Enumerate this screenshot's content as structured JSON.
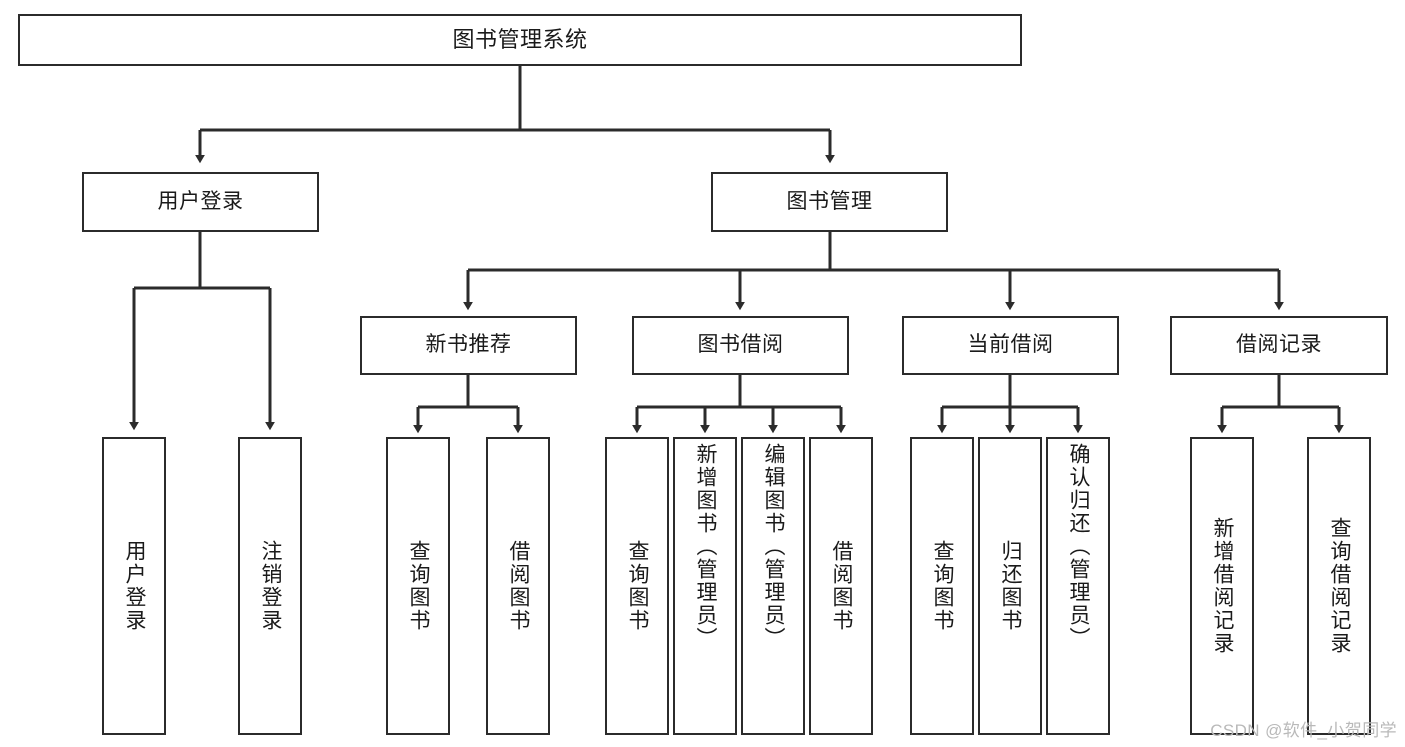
{
  "diagram": {
    "title": "图书管理系统",
    "type": "hierarchy-tree",
    "root": {
      "id": "root",
      "label": "图书管理系统",
      "level": 0
    },
    "level1": [
      {
        "id": "user-login",
        "label": "用户登录"
      },
      {
        "id": "book-management",
        "label": "图书管理"
      }
    ],
    "level2": [
      {
        "id": "new-book-recommend",
        "label": "新书推荐",
        "parent": "book-management"
      },
      {
        "id": "book-borrow",
        "label": "图书借阅",
        "parent": "book-management"
      },
      {
        "id": "current-borrow",
        "label": "当前借阅",
        "parent": "book-management"
      },
      {
        "id": "borrow-record",
        "label": "借阅记录",
        "parent": "book-management"
      }
    ],
    "leaves": {
      "user-login": [
        {
          "id": "leaf-user-login",
          "label": "用户登录"
        },
        {
          "id": "leaf-logout-login",
          "label": "注销登录"
        }
      ],
      "new-book-recommend": [
        {
          "id": "leaf-query-book-1",
          "label": "查询图书"
        },
        {
          "id": "leaf-borrow-book-1",
          "label": "借阅图书"
        }
      ],
      "book-borrow": [
        {
          "id": "leaf-query-book-2",
          "label": "查询图书"
        },
        {
          "id": "leaf-add-book",
          "label": "新增图书（管理员）"
        },
        {
          "id": "leaf-edit-book",
          "label": "编辑图书（管理员）"
        },
        {
          "id": "leaf-borrow-book-2",
          "label": "借阅图书"
        }
      ],
      "current-borrow": [
        {
          "id": "leaf-query-book-3",
          "label": "查询图书"
        },
        {
          "id": "leaf-return-book",
          "label": "归还图书"
        },
        {
          "id": "leaf-confirm-return",
          "label": "确认归还（管理员）"
        }
      ],
      "borrow-record": [
        {
          "id": "leaf-add-record",
          "label": "新增借阅记录"
        },
        {
          "id": "leaf-query-record",
          "label": "查询借阅记录"
        }
      ]
    }
  },
  "watermark": {
    "text": "CSDN @软件_小贺同学"
  },
  "colors": {
    "stroke": "#2b2b2b",
    "background": "#ffffff",
    "text": "#1a1a1a",
    "watermark": "#b9b9b9"
  }
}
